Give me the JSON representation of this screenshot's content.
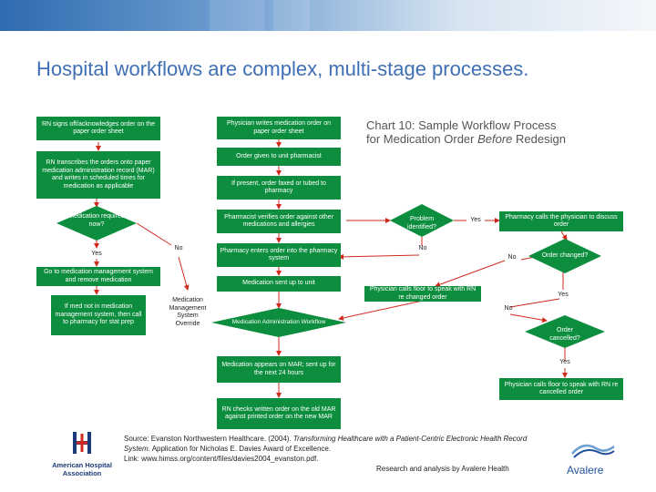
{
  "title": "Hospital workflows are complex, multi-stage processes.",
  "chart_title": [
    "Chart 10: Sample Workflow Process",
    "for Medication Order ",
    "Before",
    " Redesign"
  ],
  "boxes": {
    "rn_signs": "RN signs off/acknowledges order on the paper order sheet",
    "rn_transcribes": "RN  transcribes the orders onto paper medication administration record (MAR) and writes in scheduled times for medication as applicable",
    "med_required": "Medication required now?",
    "go_to_med_mgmt": "Go to medication management system and remove medication",
    "if_med_not": "If med not in medication management system, then call to pharmacy for stat prep",
    "physician_writes": "Physician writes medication order on paper order sheet",
    "order_given": "Order given to unit pharmacist",
    "if_present": "If present, order faxed or tubed to pharmacy",
    "pharmacist_verifies": "Pharmacist verifies order against other medications and allergies",
    "pharmacy_enters": "Pharmacy enters order into the pharmacy system",
    "med_sent": "Medication sent up to unit",
    "med_admin_workflow": "Medication Administration Workflow",
    "med_appears": "Medication appears on MAR; sent up for the next 24 hours",
    "rn_checks": "RN checks written order on the old MAR against printed order on the new MAR",
    "problem_identified": "Problem identified?",
    "physician_calls_floor": "Physician calls floor to speak with RN re changed order",
    "pharmacy_calls": "Pharmacy calls the physician to discuss order",
    "order_changed": "Order changed?",
    "order_cancelled": "Order cancelled?",
    "physician_calls_cancelled": "Physician calls floor to speak with RN re cancelled order"
  },
  "labels": {
    "yes_left": "Yes",
    "no_left": "No",
    "override": "Medication Management System Override",
    "yes_problem": "Yes",
    "no_problem": "No",
    "no_changed": "No",
    "yes_changed": "Yes",
    "no_cancel_arrow": "No",
    "yes_cancelled": "Yes"
  },
  "footer": {
    "source_prefix": "Source: Evanston Northwestern Healthcare. (2004). ",
    "source_italic": "Transforming Healthcare with a Patient-Centric Electronic Health Record System.",
    "source_suffix": " Application for Nicholas E. Davies Award of Excellence.",
    "link": "Link: www.himss.org/content/files/davies2004_evanston.pdf.",
    "credit": "Research and analysis by Avalere Health",
    "aha_logo": "American Hospital Association",
    "avalere_logo": "Avalere"
  },
  "colors": {
    "box": "#0d8e3f",
    "title": "#3f6fb5",
    "arrow": "#d02a1f"
  }
}
